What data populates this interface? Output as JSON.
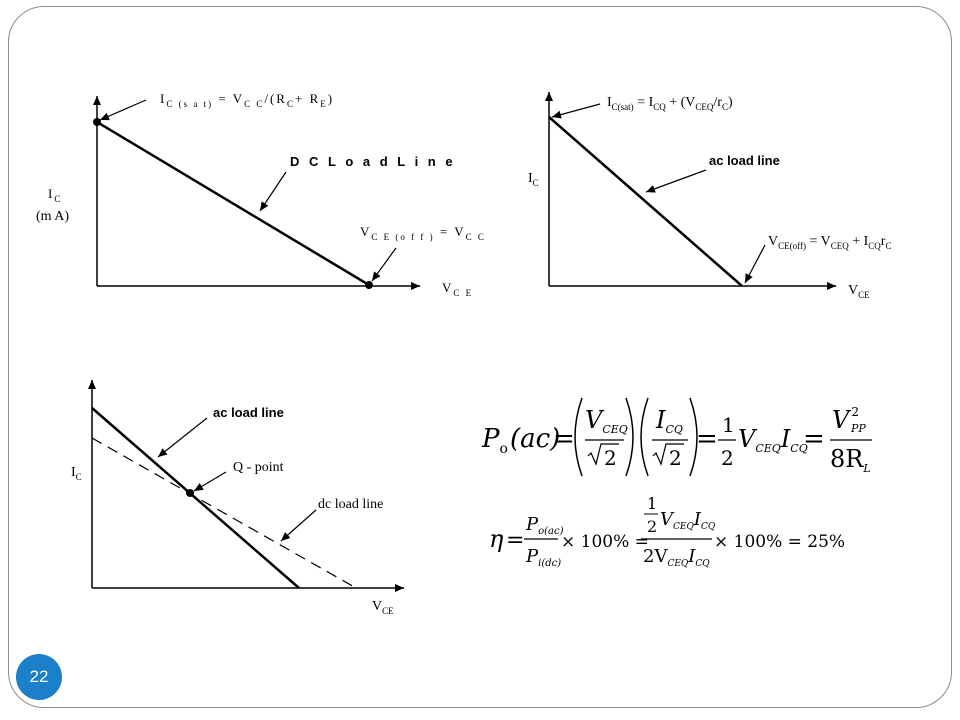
{
  "slide": {
    "page_number": "22",
    "accent_color": "#1b7fc9"
  },
  "graph_dc": {
    "y_axis_label": "I",
    "y_axis_sub": "C",
    "y_axis_unit": "(m A)",
    "x_axis_label": "V",
    "x_axis_sub": "C E",
    "sat_label": {
      "a": "I",
      "a_sub": "C (s a t)",
      "b": " = V",
      "b_sub": "C C",
      "c": "/(R",
      "c_sub": "C",
      "d": "+ R",
      "d_sub": "E",
      "e": ")"
    },
    "line_label": "D C  L o a d  L i n e",
    "off_label": {
      "a": "V",
      "a_sub": "C E (o f f )",
      "b": " =  V",
      "b_sub": "C C"
    }
  },
  "graph_ac": {
    "y_axis_label": "I",
    "y_axis_sub": "C",
    "x_axis_label": "V",
    "x_axis_sub": "CE",
    "sat_label": {
      "a": "I",
      "a_sub": "C(sat)",
      "b": " = I",
      "b_sub": "CQ",
      "c": " + (V",
      "c_sub": "CEQ",
      "d": "/r",
      "d_sub": "C",
      "e": ")"
    },
    "line_label": "ac load line",
    "off_label": {
      "a": "V",
      "a_sub": "CE(off)",
      "b": " = V",
      "b_sub": "CEQ",
      "c": " + I",
      "c_sub": "CQ",
      "d": "r",
      "d_sub": "C"
    }
  },
  "graph_q": {
    "y_axis_label": "I",
    "y_axis_sub": "C",
    "x_axis_label": "V",
    "x_axis_sub": "CE",
    "ac_label": "ac load line",
    "q_label": "Q - point",
    "dc_label": "dc load line"
  },
  "formula_power": {
    "lhs": "P",
    "lhs_sub": "o",
    "lhs_arg": "(ac)",
    "eq": "=",
    "v": "V",
    "v_sub": "CEQ",
    "sqrt2": "2",
    "i": "I",
    "i_sub": "CQ",
    "half_num": "1",
    "half_den": "2",
    "vpp": "V",
    "vpp_sub": "PP",
    "vpp_sup": "2",
    "den": "8R",
    "den_sub": "L"
  },
  "formula_eff": {
    "eta": "η",
    "eq": "=",
    "p": "P",
    "num_sub": "o(ac)",
    "den_sub": "i(dc)",
    "times": "× 100% =",
    "one": "1",
    "two": "2",
    "v": "V",
    "v_sub": "CEQ",
    "i": "I",
    "i_sub": "CQ",
    "two_v": "2V",
    "result": "× 100% = 25%"
  }
}
